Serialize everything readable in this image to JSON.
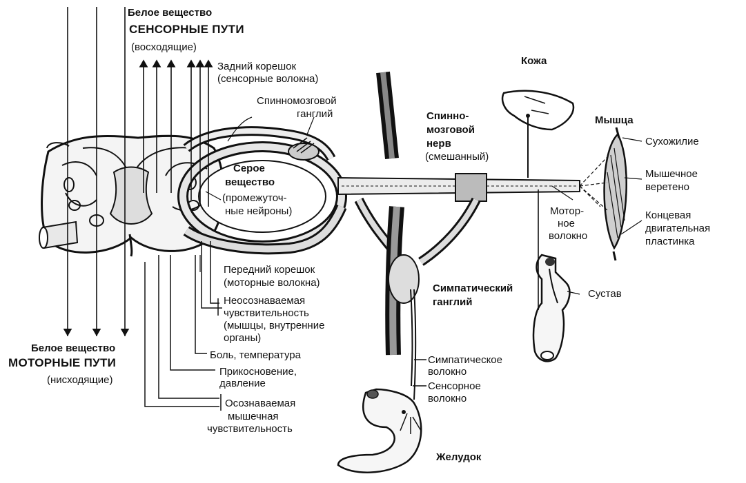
{
  "labels": {
    "white_matter_top": "Белое вещество",
    "sensory_paths": "СЕНСОРНЫЕ ПУТИ",
    "ascending": "(восходящие)",
    "dorsal_root_1": "Задний корешок",
    "dorsal_root_2": "(сенсорные волокна)",
    "spinal_ganglion_1": "Спинномозговой",
    "spinal_ganglion_2": "ганглий",
    "gray_matter_1": "Серое",
    "gray_matter_2": "вещество",
    "gray_matter_3": "(промежуточ-",
    "gray_matter_4": "ные нейроны)",
    "spinal_nerve_1": "Спинно-",
    "spinal_nerve_2": "мозговой",
    "spinal_nerve_3": "нерв",
    "spinal_nerve_4": "(смешанный)",
    "skin": "Кожа",
    "muscle": "Мышца",
    "tendon": "Сухожилие",
    "spindle_1": "Мышечное",
    "spindle_2": "веретено",
    "motor_fiber_1": "Мотор-",
    "motor_fiber_2": "ное",
    "motor_fiber_3": "волокно",
    "endplate_1": "Концевая",
    "endplate_2": "двигательная",
    "endplate_3": "пластинка",
    "ventral_root_1": "Передний корешок",
    "ventral_root_2": "(моторные волокна)",
    "unconscious_1": "Неосознаваемая",
    "unconscious_2": "чувствительность",
    "unconscious_3": "(мышцы, внутренние",
    "unconscious_4": "органы)",
    "sympathetic_ganglion_1": "Симпатический",
    "sympathetic_ganglion_2": "ганглий",
    "joint": "Сустав",
    "white_matter_bottom": "Белое вещество",
    "motor_paths": "МОТОРНЫЕ ПУТИ",
    "descending": "(нисходящие)",
    "pain": "Боль, температура",
    "touch_1": "Прикосновение,",
    "touch_2": "давление",
    "sympathetic_fiber_1": "Симпатическое",
    "sympathetic_fiber_2": "волокно",
    "sensory_fiber_1": "Сенсорное",
    "sensory_fiber_2": "волокно",
    "conscious_1": "Осознаваемая",
    "conscious_2": "мышечная",
    "conscious_3": "чувствительность",
    "stomach": "Желудок"
  }
}
